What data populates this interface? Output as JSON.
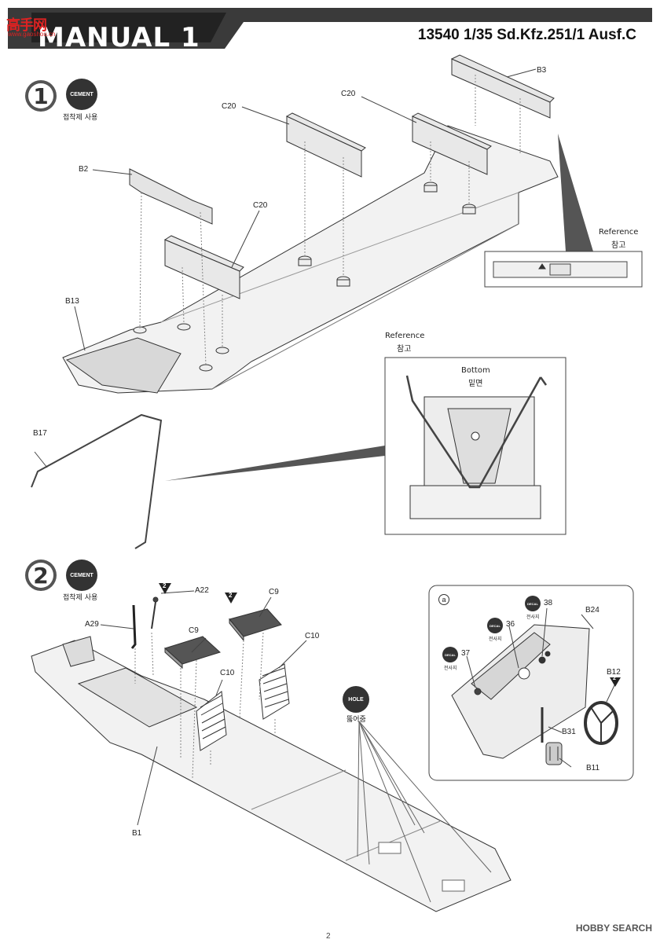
{
  "header": {
    "manual_title": "MANUAL 1",
    "model_title": "13540 1/35 Sd.Kfz.251/1 Ausf.C"
  },
  "watermark": {
    "zh": "高手网",
    "url": "www.gaoshou.cn"
  },
  "step1": {
    "number": "1",
    "cement_badge": "CEMENT",
    "cement_caption": "접착제 사용",
    "labels": {
      "b3": "B3",
      "c20a": "C20",
      "c20b": "C20",
      "c20c": "C20",
      "b2": "B2",
      "b13": "B13",
      "b17": "B17"
    },
    "reference1": {
      "title": "Reference",
      "title_ko": "참고"
    },
    "reference2": {
      "title": "Reference",
      "title_ko": "참고",
      "bottom": "Bottom",
      "bottom_ko": "밑면"
    }
  },
  "step2": {
    "number": "2",
    "cement_badge": "CEMENT",
    "cement_caption": "접착제 사용",
    "labels": {
      "a22": "A22",
      "a29": "A29",
      "c9a": "C9",
      "c9b": "C9",
      "c10a": "C10",
      "c10b": "C10",
      "b1": "B1"
    },
    "count_badges": [
      "2",
      "2"
    ],
    "hole_badge": "HOLE",
    "hole_caption": "뚫어줌",
    "subassembly": {
      "marker": "a",
      "labels": {
        "b24": "B24",
        "b12": "B12",
        "b31": "B31",
        "b11": "B11"
      },
      "b12_count": "2",
      "decals": [
        {
          "badge": "DECAL",
          "caption": "전사지",
          "number": "37"
        },
        {
          "badge": "DECAL",
          "caption": "전사지",
          "number": "36"
        },
        {
          "badge": "DECAL",
          "caption": "전사지",
          "number": "38"
        }
      ]
    }
  },
  "footer": {
    "page_number": "2",
    "watermark": "HOBBY SEARCH"
  }
}
